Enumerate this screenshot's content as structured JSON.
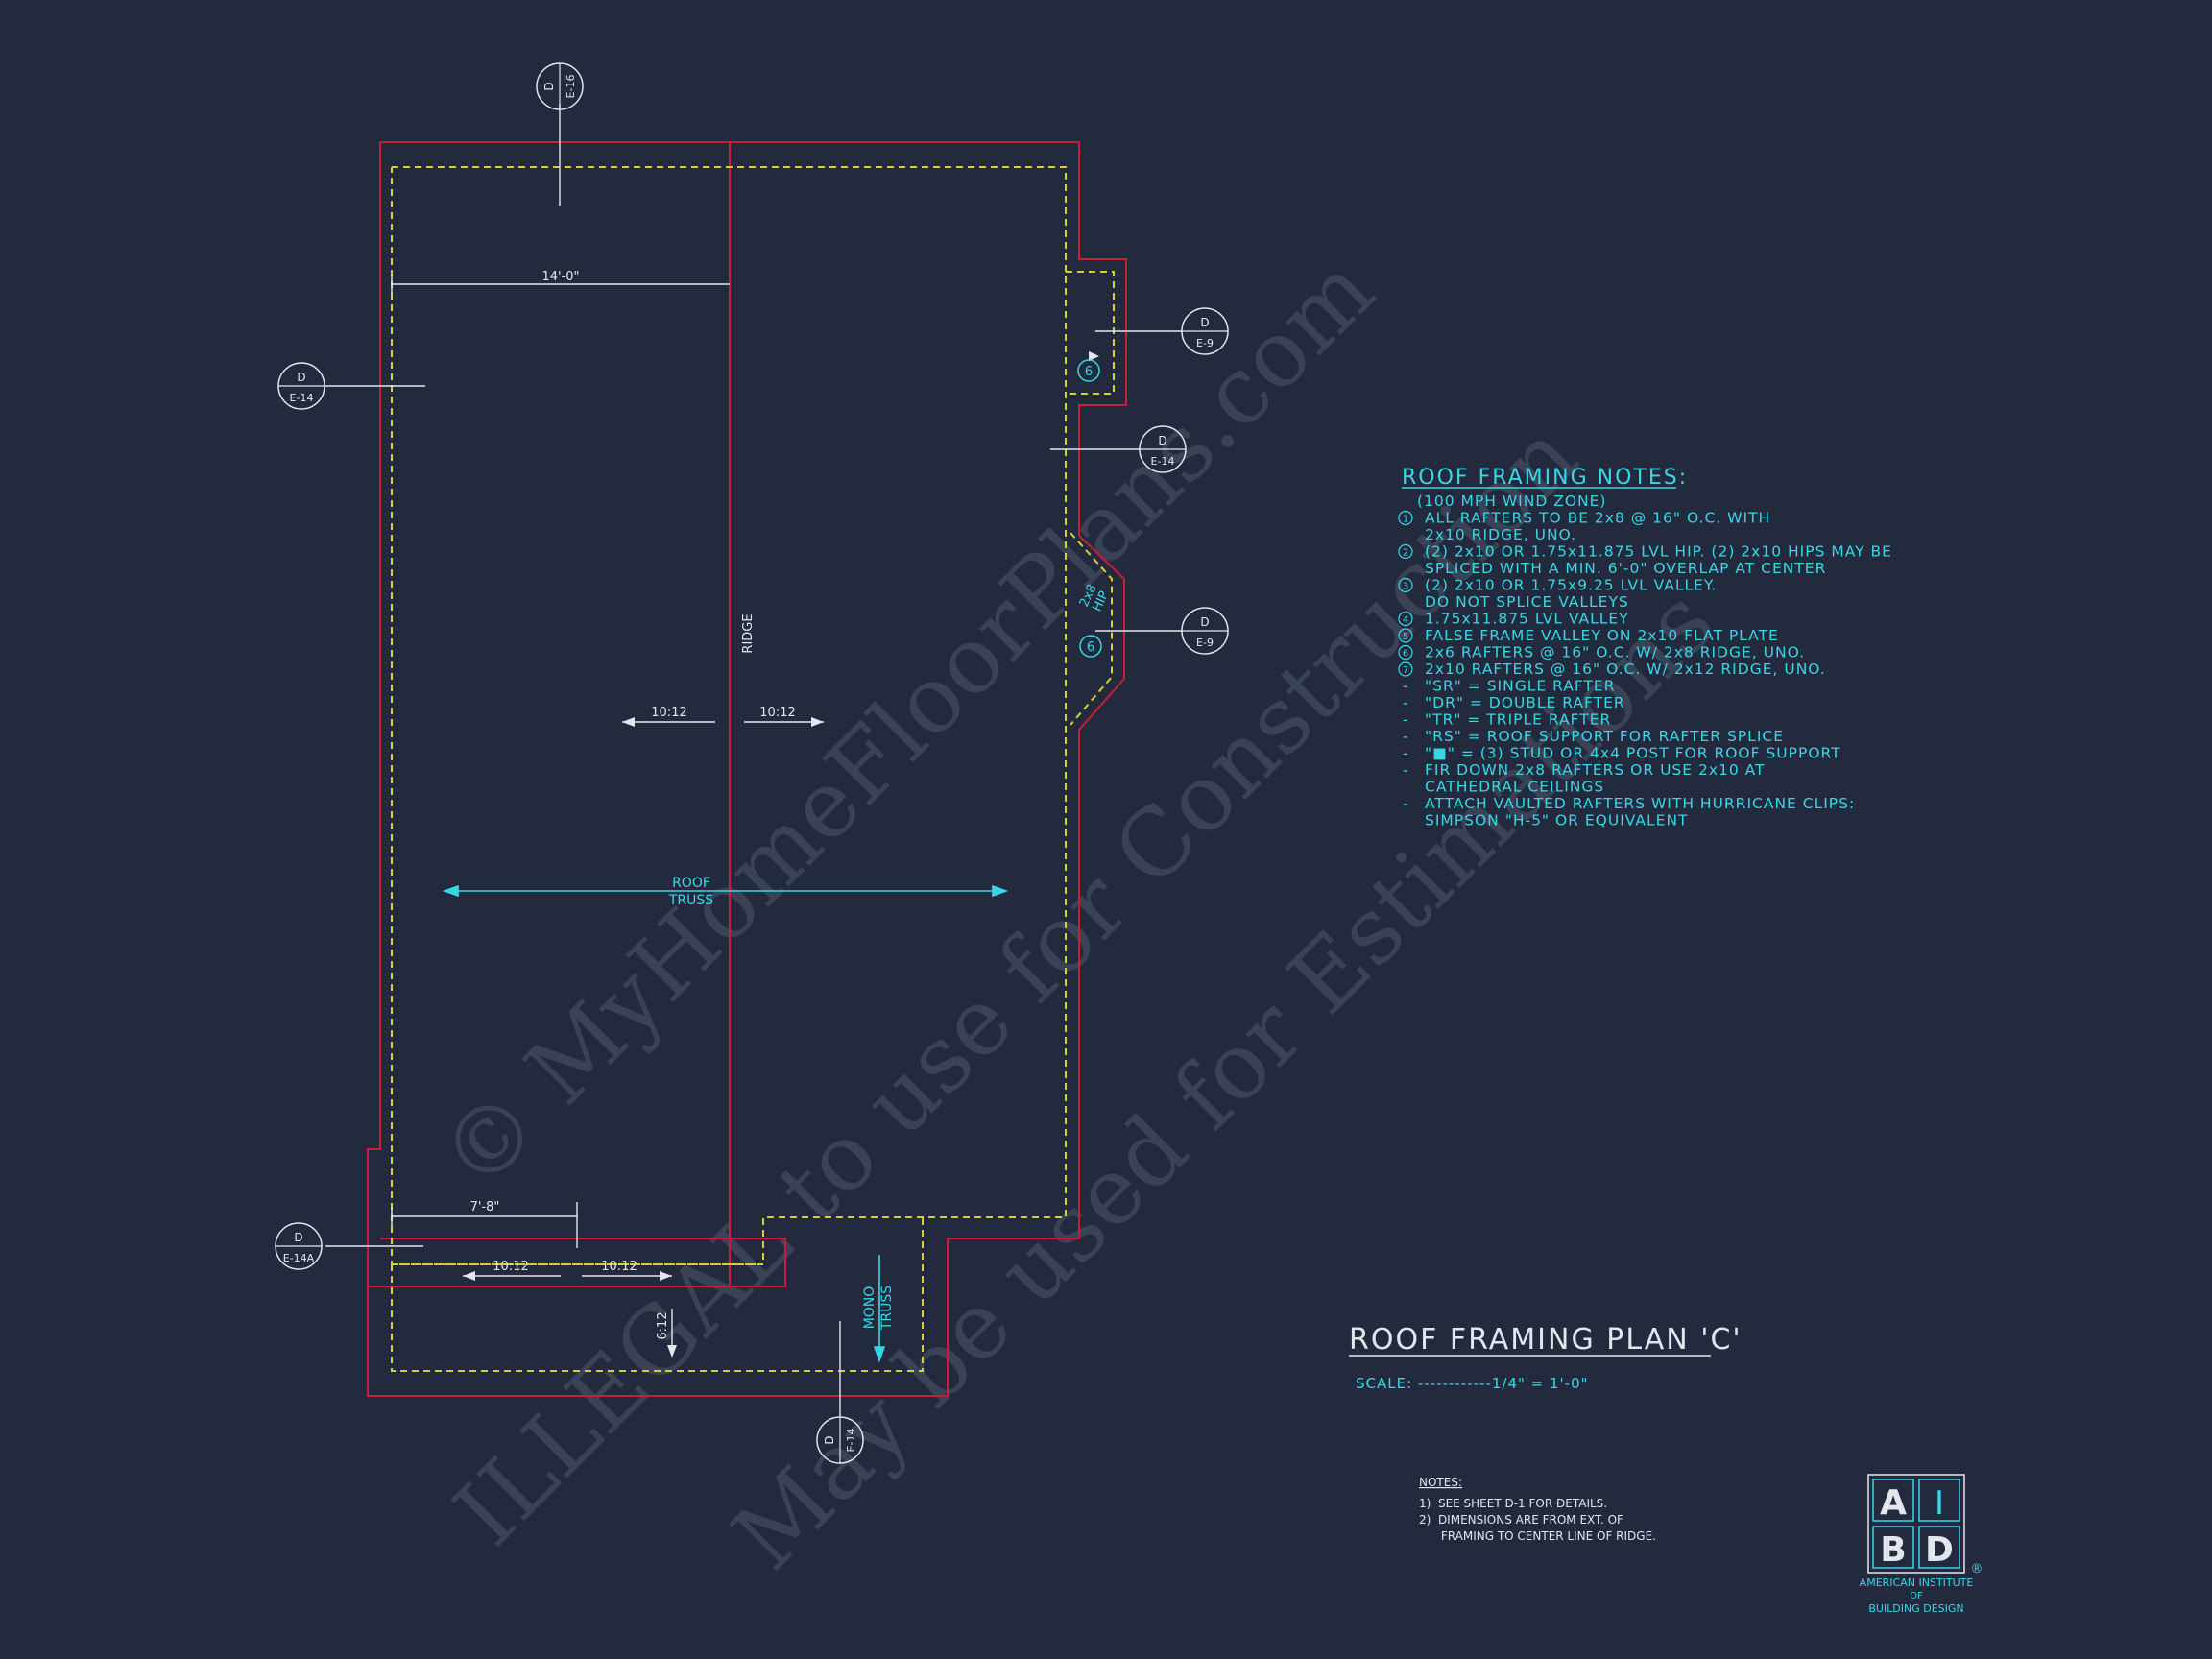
{
  "watermark": {
    "line1": "© MyHomeFloorPlans.com",
    "line2": "ILLEGAL to use for Construction",
    "line3": "May be used for Estimations"
  },
  "plan": {
    "ridge_label": "RIDGE",
    "dim_top": "14'-0\"",
    "dim_bottom": "7'-8\"",
    "pitch": "10:12",
    "pitch_vertical": "6:12",
    "roof_truss": [
      "ROOF",
      "TRUSS"
    ],
    "mono_truss": [
      "MONO",
      "TRUSS"
    ],
    "hip_label": [
      "2x8",
      "HIP"
    ],
    "marker_6": "6",
    "section_markers": [
      {
        "id": "top",
        "letter": "D",
        "sheet": "E-16"
      },
      {
        "id": "left-upper",
        "letter": "D",
        "sheet": "E-14"
      },
      {
        "id": "left-lower",
        "letter": "D",
        "sheet": "E-14A"
      },
      {
        "id": "right-1",
        "letter": "D",
        "sheet": "E-9"
      },
      {
        "id": "right-2",
        "letter": "D",
        "sheet": "E-14"
      },
      {
        "id": "right-3",
        "letter": "D",
        "sheet": "E-9"
      },
      {
        "id": "bottom",
        "letter": "D",
        "sheet": "E-14"
      }
    ],
    "colors": {
      "wall": "#c81e3c",
      "dashed": "#d6cf35",
      "line": "#e3e6ec",
      "accent": "#38d7e6",
      "background": "#232a3d"
    }
  },
  "roof_notes": {
    "title": "ROOF FRAMING NOTES:",
    "lines": [
      {
        "num": "",
        "text": "(100 MPH WIND ZONE)"
      },
      {
        "num": "1",
        "text": "ALL RAFTERS TO BE 2x8 @ 16\" O.C. WITH"
      },
      {
        "num": "",
        "text": "2x10 RIDGE, UNO."
      },
      {
        "num": "2",
        "text": "(2) 2x10 OR 1.75x11.875 LVL HIP. (2) 2x10 HIPS MAY BE"
      },
      {
        "num": "",
        "text": "SPLICED WITH A MIN. 6'-0\" OVERLAP AT CENTER"
      },
      {
        "num": "3",
        "text": "(2) 2x10 OR 1.75x9.25 LVL VALLEY."
      },
      {
        "num": "",
        "text": "DO NOT SPLICE VALLEYS"
      },
      {
        "num": "4",
        "text": "1.75x11.875 LVL VALLEY"
      },
      {
        "num": "5",
        "text": "FALSE FRAME VALLEY ON 2x10 FLAT PLATE"
      },
      {
        "num": "6",
        "text": "2x6 RAFTERS @ 16\" O.C. W/ 2x8 RIDGE, UNO."
      },
      {
        "num": "7",
        "text": "2x10 RAFTERS @ 16\" O.C. W/ 2x12 RIDGE, UNO."
      },
      {
        "num": "-",
        "text": "\"SR\" = SINGLE RAFTER"
      },
      {
        "num": "-",
        "text": "\"DR\" = DOUBLE RAFTER"
      },
      {
        "num": "-",
        "text": "\"TR\" = TRIPLE RAFTER"
      },
      {
        "num": "-",
        "text": "\"RS\" = ROOF SUPPORT FOR RAFTER SPLICE"
      },
      {
        "num": "-",
        "text": "\"■\"   = (3) STUD OR 4x4 POST FOR ROOF SUPPORT"
      },
      {
        "num": "-",
        "text": "FIR DOWN 2x8 RAFTERS OR USE 2x10 AT"
      },
      {
        "num": "",
        "text": "CATHEDRAL CEILINGS"
      },
      {
        "num": "-",
        "text": "ATTACH VAULTED RAFTERS WITH HURRICANE CLIPS:"
      },
      {
        "num": "",
        "text": "SIMPSON \"H-5\" OR EQUIVALENT"
      }
    ]
  },
  "plan_title": {
    "title": "ROOF FRAMING PLAN 'C'",
    "scale": "SCALE: ------------1/4\" = 1'-0\""
  },
  "general_notes": {
    "title": "NOTES:",
    "lines": [
      "1)  SEE SHEET D-1 FOR DETAILS.",
      "2)  DIMENSIONS ARE FROM EXT. OF",
      "      FRAMING TO CENTER LINE OF RIDGE."
    ]
  },
  "logo": {
    "letters": [
      "A",
      "I",
      "B",
      "D"
    ],
    "caption": [
      "AMERICAN INSTITUTE",
      "OF",
      "BUILDING DESIGN"
    ],
    "registered": "®"
  }
}
